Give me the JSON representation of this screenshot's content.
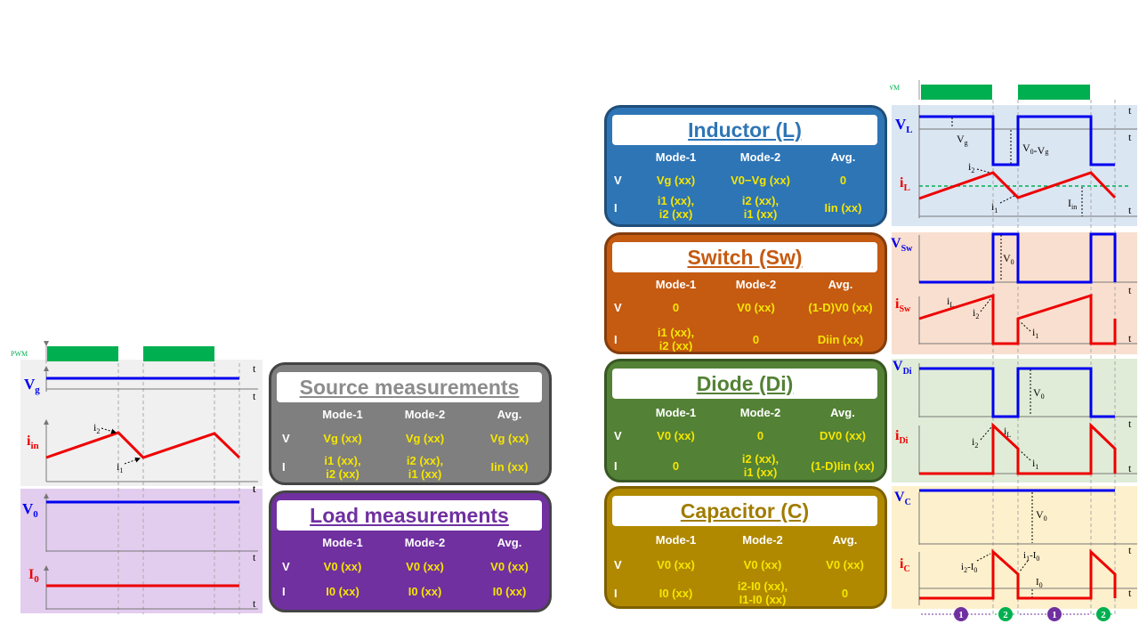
{
  "colors": {
    "inductor": "#2e75b6",
    "switch": "#c55a11",
    "diode": "#538135",
    "capacitor": "#b08900",
    "source": "#7f7f7f",
    "load": "#7030a0",
    "pwm": "#00b050",
    "voltage": "#0000ee",
    "current": "#ee0000",
    "value": "#f5e600"
  },
  "pwm": {
    "label": "PWM"
  },
  "cards": {
    "inductor": {
      "title": "Inductor (L)",
      "headers": [
        "Mode-1",
        "Mode-2",
        "Avg."
      ],
      "rows": [
        {
          "label": "V",
          "cells": [
            "Vg (xx)",
            "V0−Vg (xx)",
            "0"
          ]
        },
        {
          "label": "I",
          "cells": [
            "i1 (xx),\ni2 (xx)",
            "i2 (xx),\ni1 (xx)",
            "Iin (xx)"
          ]
        }
      ]
    },
    "switch": {
      "title": "Switch (Sw)",
      "headers": [
        "Mode-1",
        "Mode-2",
        "Avg."
      ],
      "rows": [
        {
          "label": "V",
          "cells": [
            "0",
            "V0 (xx)",
            "(1-D)V0 (xx)"
          ]
        },
        {
          "label": "I",
          "cells": [
            "i1 (xx),\ni2 (xx)",
            "0",
            "Diin (xx)"
          ]
        }
      ]
    },
    "diode": {
      "title": "Diode (Di)",
      "headers": [
        "Mode-1",
        "Mode-2",
        "Avg."
      ],
      "rows": [
        {
          "label": "V",
          "cells": [
            "V0 (xx)",
            "0",
            "DV0 (xx)"
          ]
        },
        {
          "label": "I",
          "cells": [
            "0",
            "i2 (xx),\ni1 (xx)",
            "(1-D)Iin (xx)"
          ]
        }
      ]
    },
    "capacitor": {
      "title": "Capacitor (C)",
      "headers": [
        "Mode-1",
        "Mode-2",
        "Avg."
      ],
      "rows": [
        {
          "label": "V",
          "cells": [
            "V0 (xx)",
            "V0 (xx)",
            "V0 (xx)"
          ]
        },
        {
          "label": "I",
          "cells": [
            "I0 (xx)",
            "i2-I0 (xx),\nI1-I0 (xx)",
            "0"
          ]
        }
      ]
    },
    "source": {
      "title": "Source measurements",
      "headers": [
        "Mode-1",
        "Mode-2",
        "Avg."
      ],
      "rows": [
        {
          "label": "V",
          "cells": [
            "Vg (xx)",
            "Vg (xx)",
            "Vg (xx)"
          ]
        },
        {
          "label": "I",
          "cells": [
            "i1 (xx),\ni2 (xx)",
            "i2 (xx),\ni1 (xx)",
            "Iin (xx)"
          ]
        }
      ]
    },
    "load": {
      "title": "Load measurements",
      "headers": [
        "Mode-1",
        "Mode-2",
        "Avg."
      ],
      "rows": [
        {
          "label": "V",
          "cells": [
            "V0 (xx)",
            "V0 (xx)",
            "V0 (xx)"
          ]
        },
        {
          "label": "I",
          "cells": [
            "I0 (xx)",
            "I0 (xx)",
            "I0 (xx)"
          ]
        }
      ]
    }
  },
  "waveforms": {
    "time_axis": "t",
    "inductor": {
      "v_label": "VL",
      "i_label": "iL",
      "annotations": [
        "Vg",
        "V0-Vg",
        "i2",
        "i1",
        "Iin"
      ]
    },
    "switch": {
      "v_label": "VSw",
      "i_label": "iSw",
      "annotations": [
        "V0",
        "iL",
        "i2",
        "i1"
      ]
    },
    "diode": {
      "v_label": "VDi",
      "i_label": "iDi",
      "annotations": [
        "V0",
        "i2",
        "iL",
        "i1"
      ]
    },
    "capacitor": {
      "v_label": "VC",
      "i_label": "iC",
      "annotations": [
        "V0",
        "i2-I0",
        "i1-I0",
        "I0"
      ]
    },
    "source": {
      "v_label": "Vg",
      "i_label": "iin",
      "annotations": [
        "i2",
        "i1"
      ]
    },
    "load": {
      "v_label": "V0",
      "i_label": "I0",
      "annotations": []
    },
    "modes": [
      "1",
      "2",
      "1",
      "2"
    ]
  }
}
